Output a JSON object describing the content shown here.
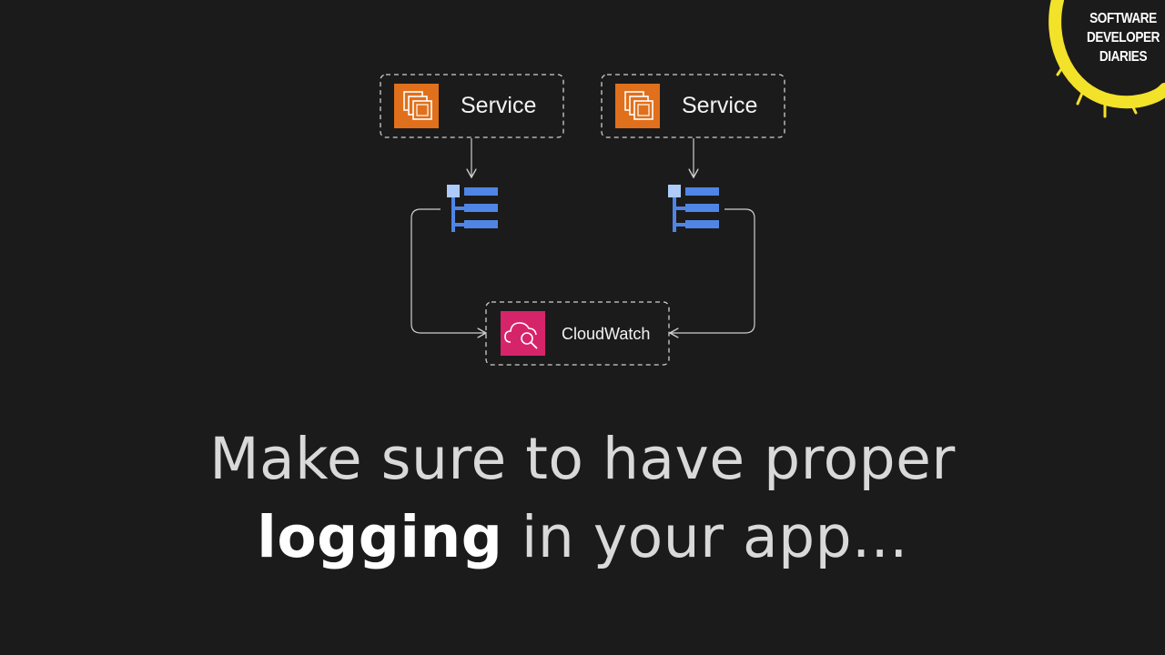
{
  "diagram": {
    "services": [
      {
        "label": "Service",
        "icon": "ec2-instance-icon"
      },
      {
        "label": "Service",
        "icon": "ec2-instance-icon"
      }
    ],
    "log_icons": [
      "log-list-icon",
      "log-list-icon"
    ],
    "target": {
      "label": "CloudWatch",
      "icon": "cloudwatch-icon"
    }
  },
  "caption": {
    "line1": "Make sure to have proper",
    "emphasis": "logging",
    "line2_rest": " in your app..."
  },
  "brand": {
    "lines": [
      "SOFTWARE",
      "DEVELOPER",
      "DIARIES"
    ]
  },
  "colors": {
    "background": "#1c1b1b",
    "ec2_orange": "#e0701b",
    "cloudwatch_pink": "#d6246b",
    "log_blue": "#4f86e6",
    "brand_yellow": "#f2e22a"
  }
}
